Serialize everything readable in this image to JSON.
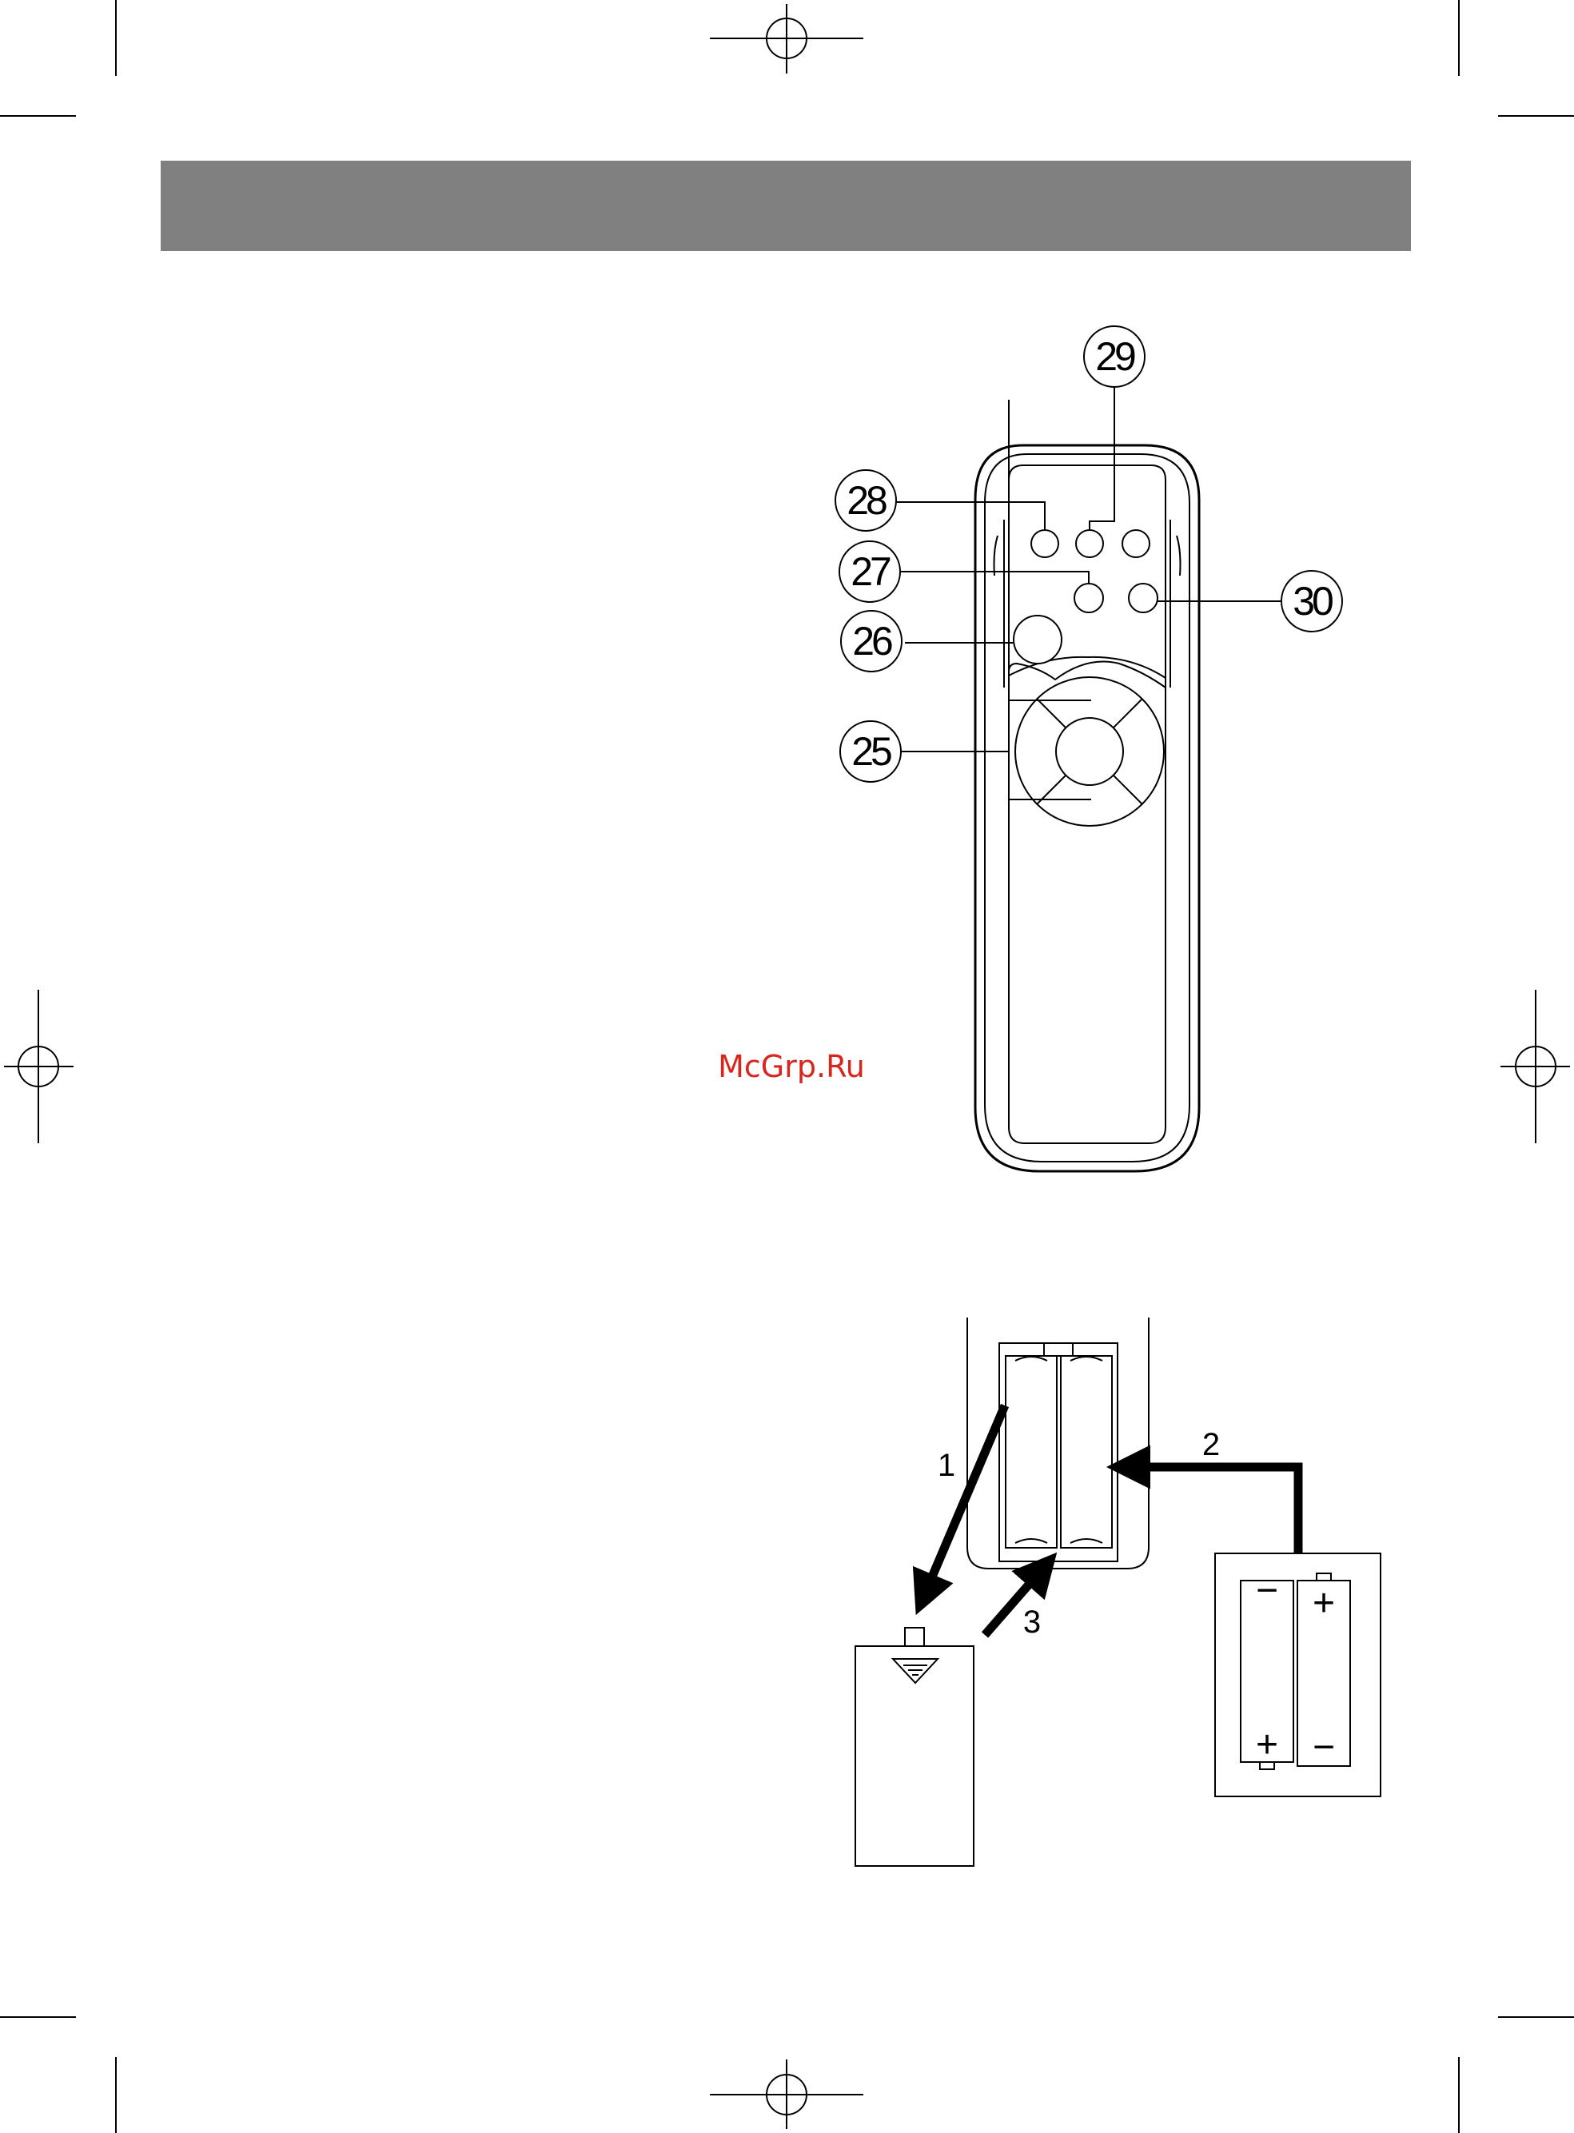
{
  "header_bar": {
    "color": "#808080"
  },
  "watermark": {
    "text": "McGrp.Ru",
    "color": "#d9261c"
  },
  "remote_callouts": [
    {
      "id": "callout-25",
      "label": "25"
    },
    {
      "id": "callout-26",
      "label": "26"
    },
    {
      "id": "callout-27",
      "label": "27"
    },
    {
      "id": "callout-28",
      "label": "28"
    },
    {
      "id": "callout-29",
      "label": "29"
    },
    {
      "id": "callout-30",
      "label": "30"
    }
  ],
  "battery_steps": [
    {
      "id": "step-1",
      "label": "1"
    },
    {
      "id": "step-2",
      "label": "2"
    },
    {
      "id": "step-3",
      "label": "3"
    }
  ],
  "battery_symbols": {
    "plus": "+",
    "minus": "−"
  },
  "icons": [
    "crop-mark-icon",
    "remote-control",
    "battery-compartment",
    "battery-cover",
    "battery-pair",
    "arrow-icon"
  ]
}
